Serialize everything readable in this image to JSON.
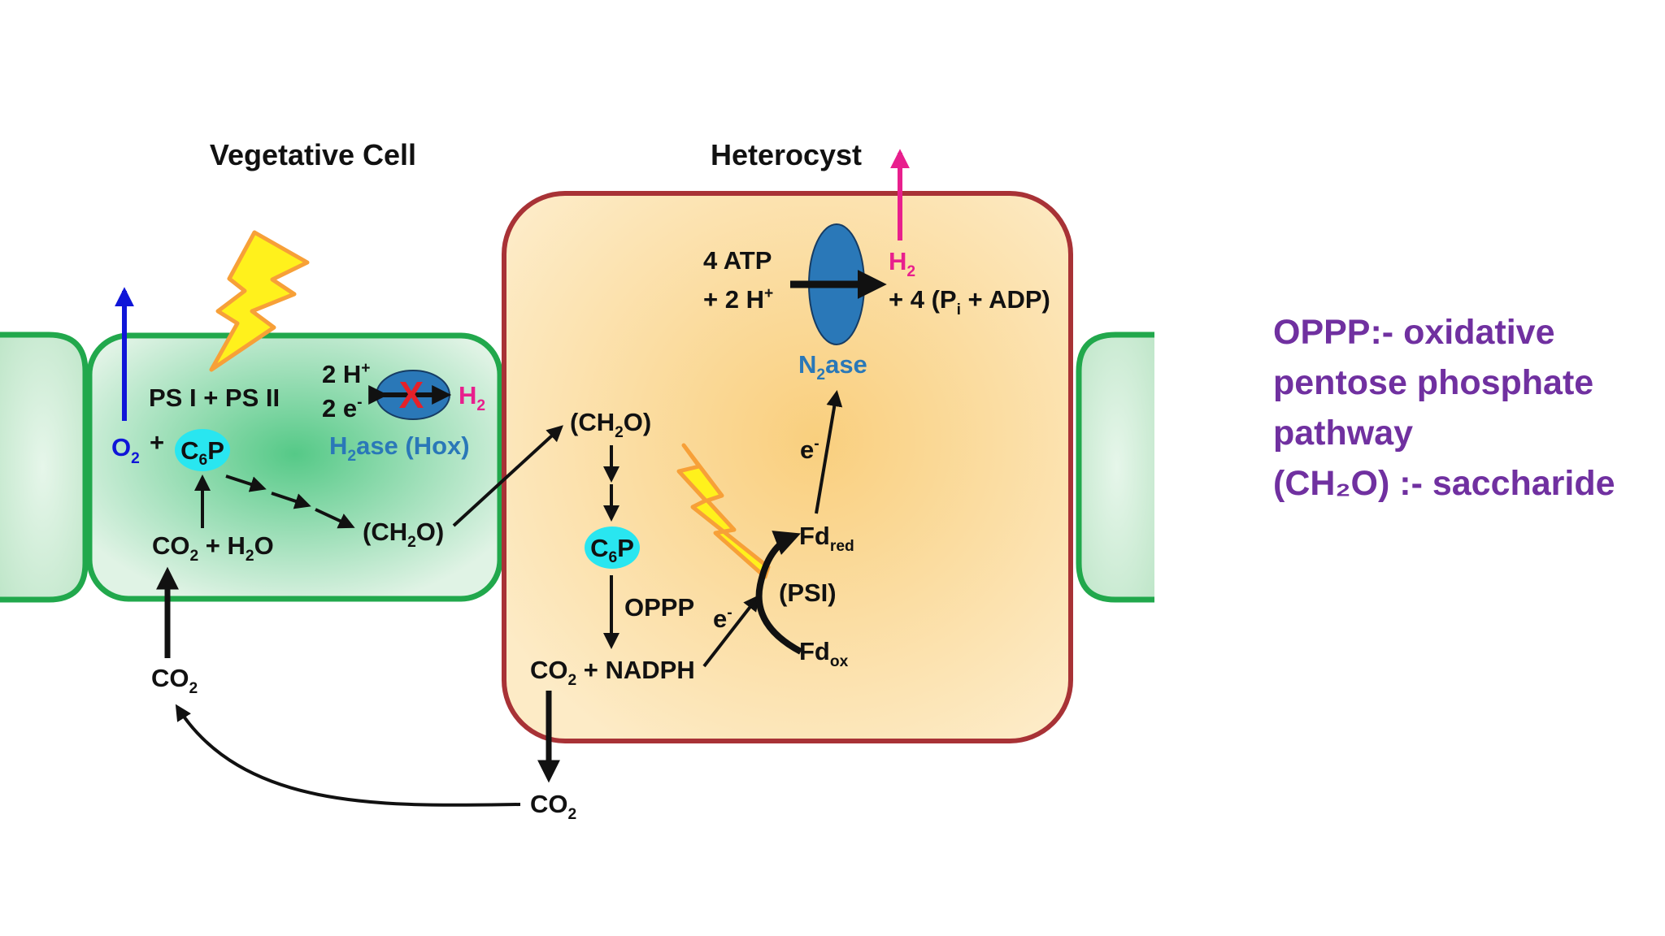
{
  "titles": {
    "vegetative": "Vegetative Cell",
    "heterocyst": "Heterocyst"
  },
  "vegetative": {
    "o2": "O",
    "o2_sub": "2",
    "plus": "+",
    "photosystems": "PS I + PS II",
    "c6p": "C",
    "c6p_sub": "6",
    "c6p_end": "P",
    "co2_h2o": [
      "CO",
      "2",
      " + H",
      "2",
      "O"
    ],
    "ch2o": [
      "(CH",
      "2",
      "O)"
    ],
    "h_plus": "2 H",
    "h_plus_sup": "+",
    "e_minus": "2 e",
    "e_minus_sup": "-",
    "h2": "H",
    "h2_sub": "2",
    "hydrogenase": [
      "H",
      "2",
      "ase (Hox)"
    ],
    "blocked_mark": "X"
  },
  "heterocyst": {
    "ch2o": [
      "(CH",
      "2",
      "O)"
    ],
    "c6p": "C",
    "c6p_sub": "6",
    "c6p_end": "P",
    "oppp": "OPPP",
    "co2_nadph": [
      "CO",
      "2",
      " + NADPH"
    ],
    "electron": "e",
    "electron_sup": "-",
    "fd_red": "Fd",
    "fd_red_sub": "red",
    "fd_ox": "Fd",
    "fd_ox_sub": "ox",
    "psi": "(PSI)",
    "atp": "4 ATP",
    "h_plus": "+ 2 H",
    "h_plus_sup": "+",
    "pi_adp": [
      "+ 4 (P",
      "i",
      " + ADP)"
    ],
    "h2": "H",
    "h2_sub": "2",
    "nitrogenase": [
      "N",
      "2",
      "ase"
    ]
  },
  "outside": {
    "co2_left": [
      "CO",
      "2"
    ],
    "co2_bottom": [
      "CO",
      "2"
    ]
  },
  "notes": {
    "line1": "OPPP:- oxidative",
    "line2": "pentose phosphate",
    "line3": "pathway",
    "line4": "(CH₂O) :- saccharide"
  },
  "colors": {
    "veg_fill": "#bfe6c9",
    "veg_border": "#21a84c",
    "het_fill": "#fbe0a8",
    "het_border": "#a83236",
    "oxygen_blue": "#1016d8",
    "hydrogen_pink": "#e81f8d",
    "enzyme_blue": "#2a78b8",
    "c6p_cyan": "#29e6f0",
    "notes_purple": "#7030a0",
    "lightning_yellow": "#fff11c",
    "lightning_orange": "#f7a038"
  },
  "icons": [
    "lightning-bolt-icon",
    "blocked-x-icon",
    "arrow-icon"
  ]
}
